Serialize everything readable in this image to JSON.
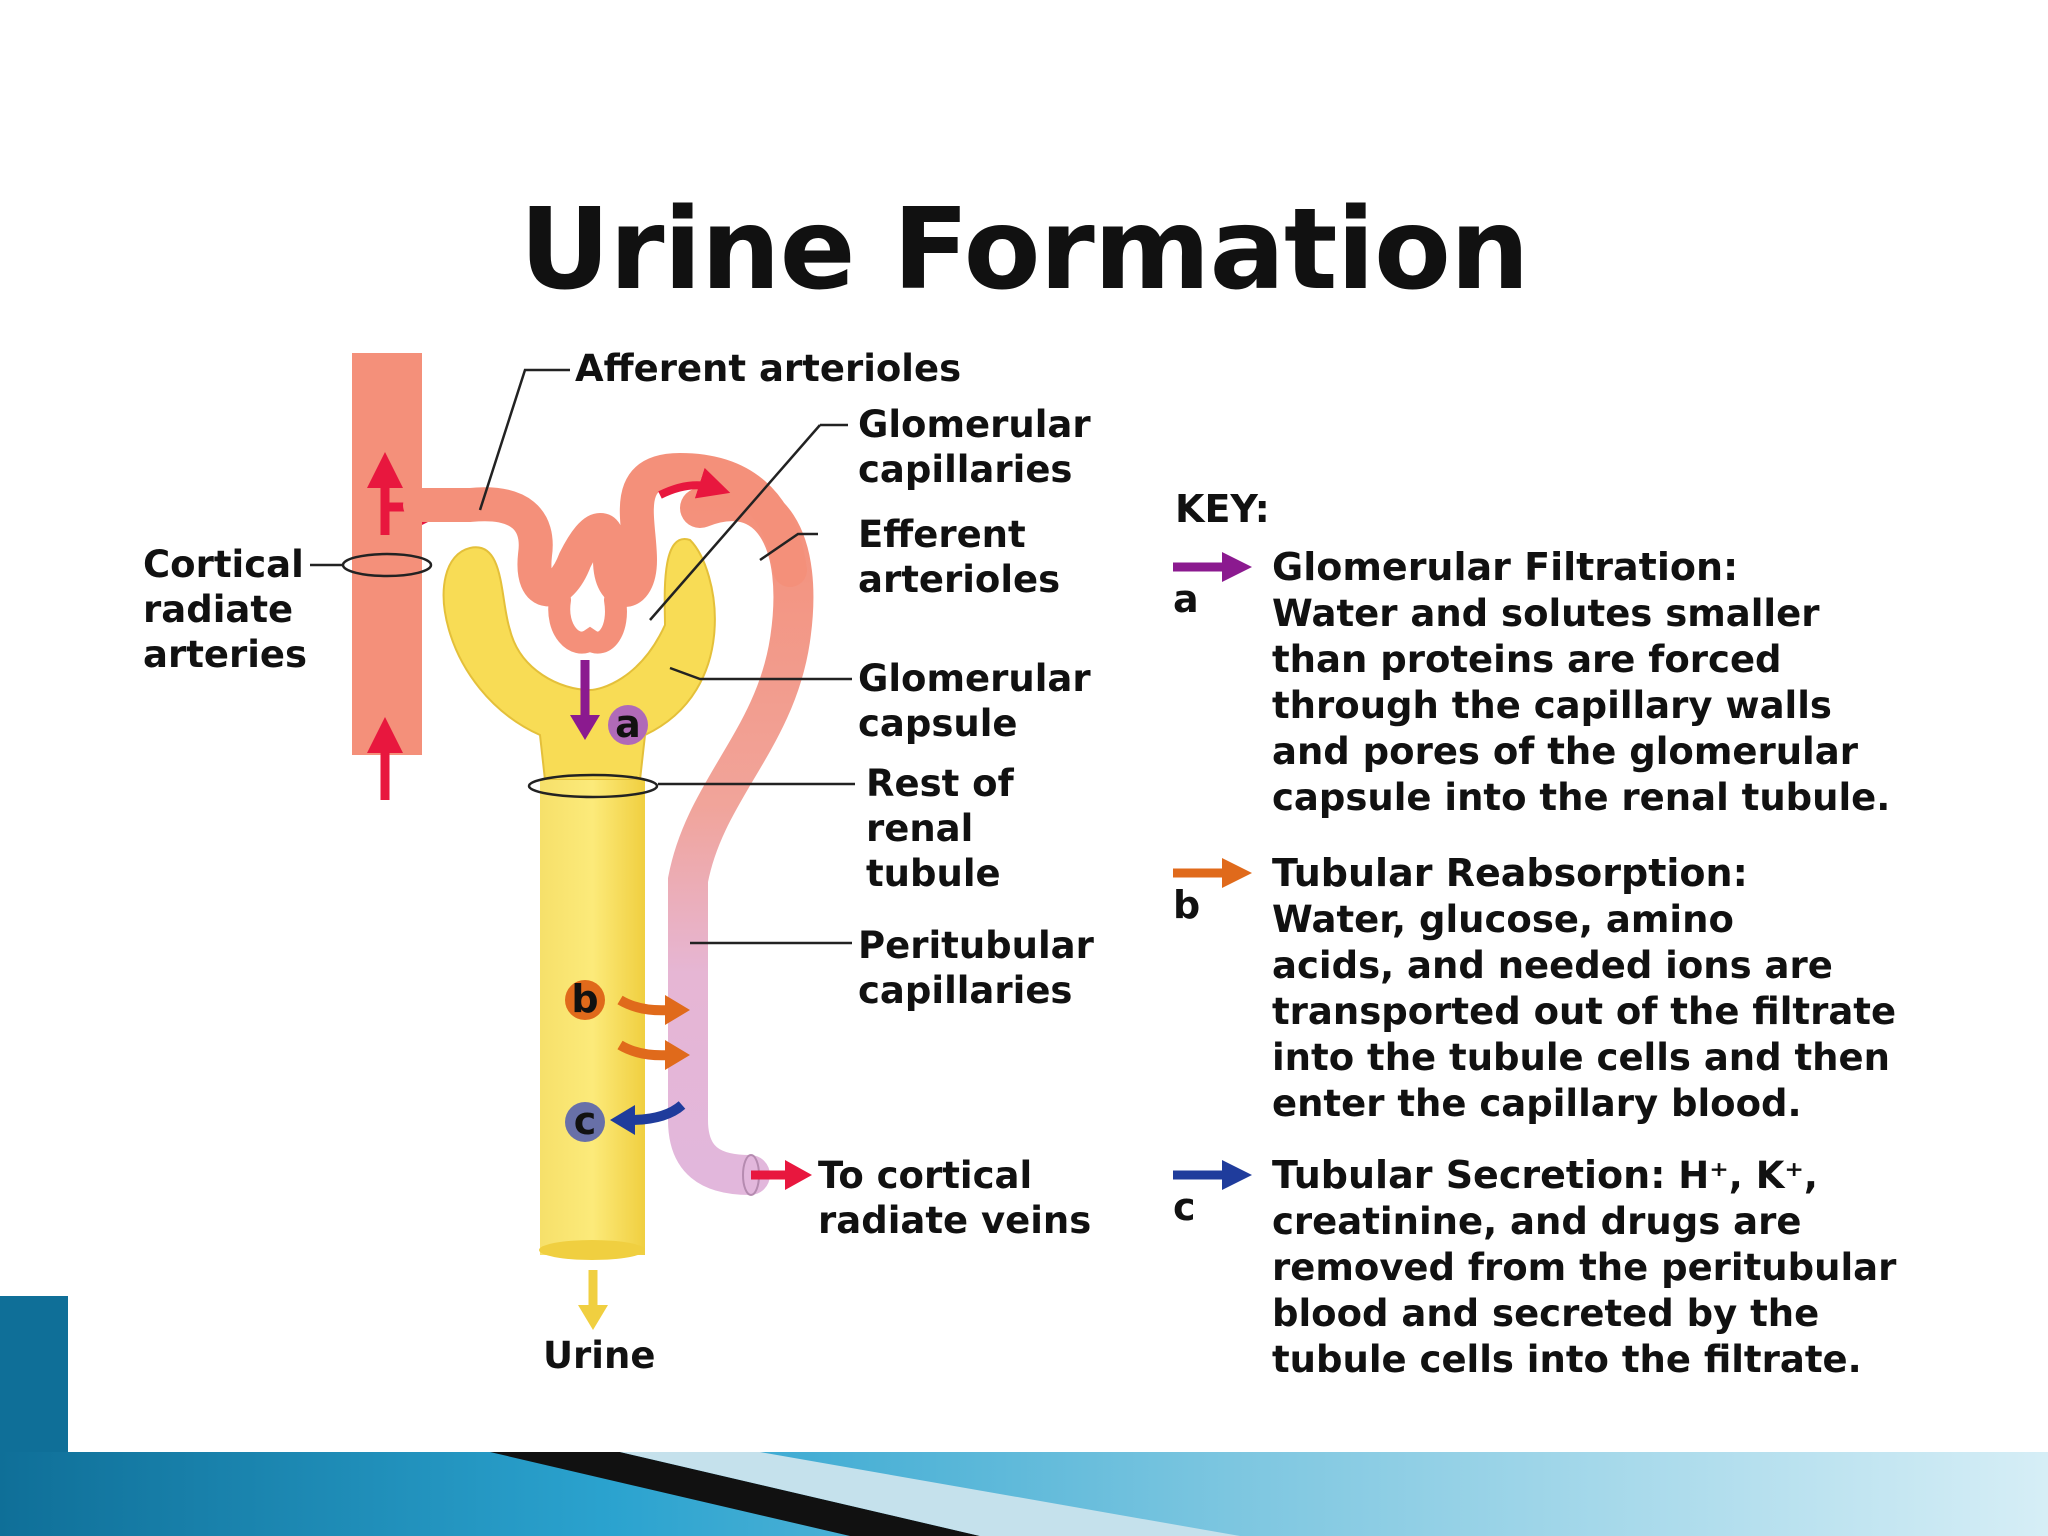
{
  "title": "Urine Formation",
  "diagram": {
    "labels": {
      "afferent": "Afferent arterioles",
      "glom_cap_1": "Glomerular",
      "glom_cap_2": "capillaries",
      "efferent_1": "Efferent",
      "efferent_2": "arterioles",
      "cortical_1": "Cortical",
      "cortical_2": "radiate",
      "cortical_3": "arteries",
      "glom_caps_1": "Glomerular",
      "glom_caps_2": "capsule",
      "rest_1": "Rest of",
      "rest_2": "renal",
      "rest_3": "tubule",
      "peri_1": "Peritubular",
      "peri_2": "capillaries",
      "veins_1": "To cortical",
      "veins_2": "radiate veins",
      "urine": "Urine"
    },
    "markers": [
      "a",
      "b",
      "c"
    ]
  },
  "key": {
    "heading": "KEY:",
    "items": [
      {
        "letter": "a",
        "color": "#8b1a8f",
        "title": "Glomerular Filtration:",
        "lines": [
          "Water and solutes smaller",
          "than proteins are forced",
          "through the capillary walls",
          "and pores of the glomerular",
          "capsule into the renal tubule."
        ]
      },
      {
        "letter": "b",
        "color": "#e06a1b",
        "title": "Tubular Reabsorption:",
        "lines": [
          "Water, glucose, amino",
          "acids, and needed ions are",
          "transported out of the filtrate",
          "into the tubule cells and then",
          "enter the capillary blood."
        ]
      },
      {
        "letter": "c",
        "color": "#1f3c9c",
        "title": "Tubular Secretion:",
        "title_suffix": " H⁺, K⁺,",
        "lines": [
          "creatinine, and drugs are",
          "removed from  the peritubular",
          "blood and secreted by the",
          "tubule cells into the filtrate."
        ]
      }
    ]
  },
  "colors": {
    "artery": "#f4907a",
    "tubule": "#f9dd58",
    "capillary_lilac": "#e4b3d8",
    "red_arrow": "#e8173e",
    "teal_band": "#1b8fb8"
  }
}
